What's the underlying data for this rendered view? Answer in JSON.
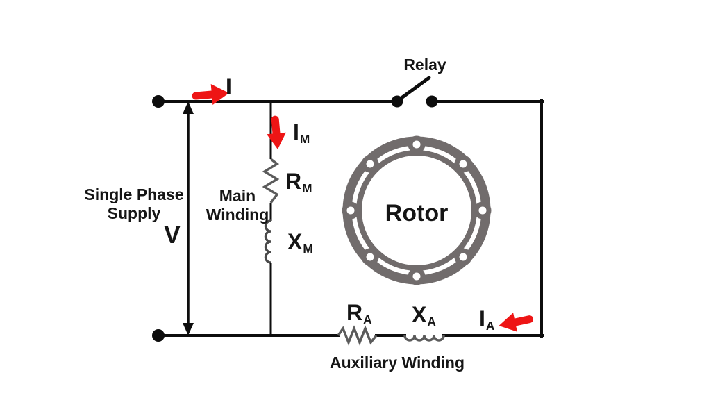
{
  "labels": {
    "supply": {
      "line1": "Single Phase",
      "line2": "Supply"
    },
    "voltage": "V",
    "line_current": "I",
    "relay": "Relay",
    "main_winding": {
      "line1": "Main",
      "line2": "Winding"
    },
    "main_current": {
      "base": "I",
      "sub": "M"
    },
    "main_resistance": {
      "base": "R",
      "sub": "M"
    },
    "main_reactance": {
      "base": "X",
      "sub": "M"
    },
    "rotor": "Rotor",
    "aux_resistance": {
      "base": "R",
      "sub": "A"
    },
    "aux_reactance": {
      "base": "X",
      "sub": "A"
    },
    "aux_current": {
      "base": "I",
      "sub": "A"
    },
    "aux_winding": "Auxiliary Winding"
  },
  "colors": {
    "wire": "#0d0d0d",
    "component": "#5b5b5b",
    "rotor": "#716c6c",
    "arrow": "#ee1515",
    "text": "#151515",
    "background": "#ffffff"
  }
}
